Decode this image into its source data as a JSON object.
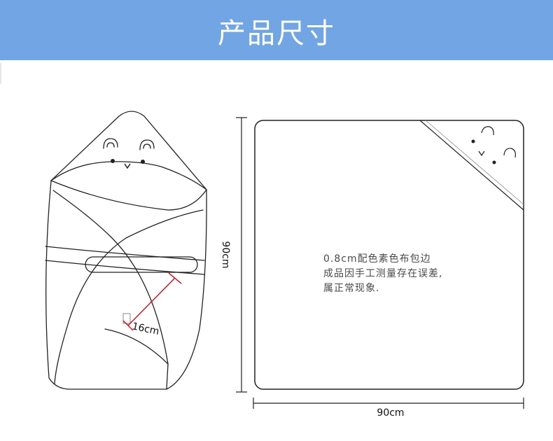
{
  "banner": {
    "title": "产品尺寸",
    "color": "#72a5e3"
  },
  "wrap_diagram": {
    "strap_length_label": "16cm",
    "accent_color": "#c0171b"
  },
  "blanket_diagram": {
    "height_label": "90cm",
    "width_label": "90cm",
    "note_lines": [
      "0.8cm配色素色布包边",
      "成品因手工测量存在误差,",
      "属正常现象."
    ]
  }
}
